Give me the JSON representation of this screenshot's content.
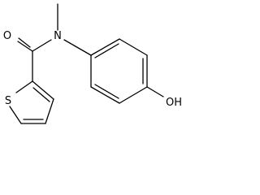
{
  "molecule": {
    "atoms": {
      "carbonyl_oxygen": "O",
      "amide_nitrogen": "N",
      "thiophene_sulfur": "S",
      "hydroxyl": "OH"
    },
    "colors": {
      "bond": "#000000",
      "label": "#000000",
      "background": "#ffffff"
    }
  }
}
